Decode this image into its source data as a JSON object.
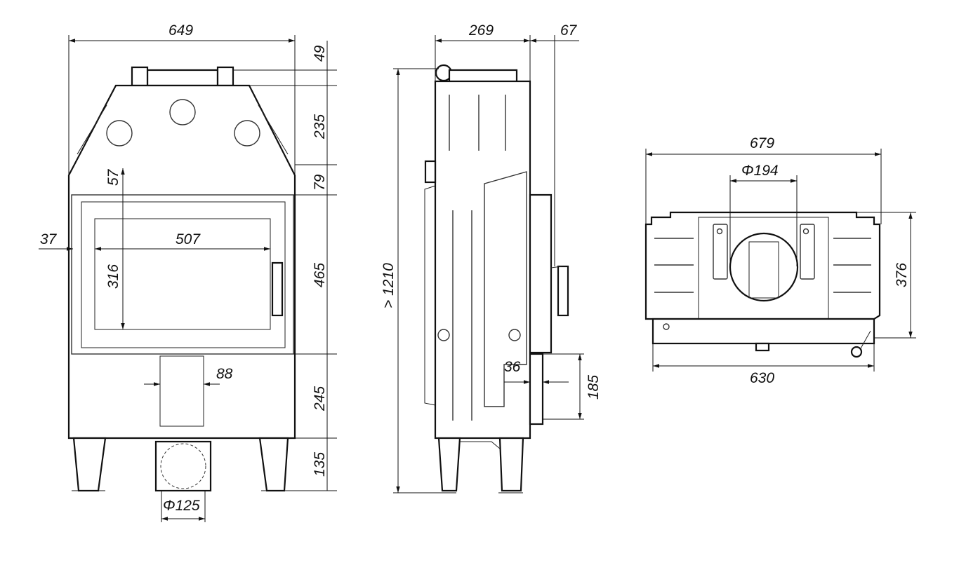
{
  "drawing": {
    "front_view": {
      "width": "649",
      "top_offset": "49",
      "top_section": "235",
      "upper_gap": "79",
      "door_height": "465",
      "lower_section": "245",
      "legs_height": "135",
      "glass_top_offset": "57",
      "glass_width": "507",
      "glass_height": "316",
      "side_offset": "37",
      "duct_width": "88",
      "outlet_diameter": "Φ125"
    },
    "side_view": {
      "depth": "269",
      "door_depth": "67",
      "total_height": "> 1210",
      "handle_offset": "36",
      "handle_height": "185"
    },
    "top_view": {
      "overall_width": "679",
      "flue_diameter": "Φ194",
      "depth": "376",
      "base_width": "630"
    }
  }
}
